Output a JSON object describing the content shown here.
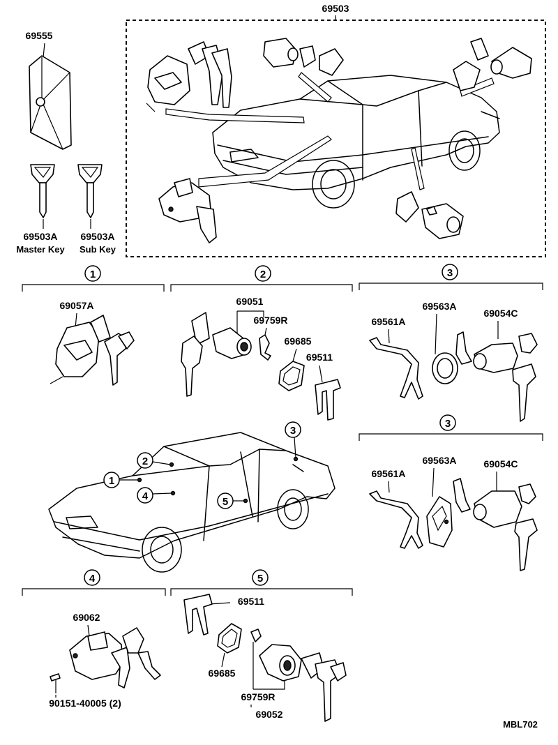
{
  "parts": {
    "kit": "69503",
    "key_plate": "69555",
    "master_key_no": "69503A",
    "master_key_label": "Master Key",
    "sub_key_no": "69503A",
    "sub_key_label": "Sub Key",
    "ignition": "69057A",
    "door_cyl": "69051",
    "door_lever": "69759R",
    "door_pad": "69685",
    "door_clip": "69511",
    "lid_rod_1": "69561A",
    "lid_pad_1": "69563A",
    "lid_cyl_1": "69054C",
    "lid_rod_2": "69561A",
    "lid_pad_2": "69563A",
    "lid_cyl_2": "69054C",
    "glovebox": "69062",
    "screw": "90151-40005 (2)",
    "rd_clip": "69511",
    "rd_pad": "69685",
    "rd_lever": "69759R",
    "rd_cyl": "69052"
  },
  "sections": {
    "s1": "1",
    "s2": "2",
    "s3a": "3",
    "s3b": "3",
    "s4": "4",
    "s5": "5"
  },
  "car_callouts": {
    "c1": "1",
    "c2": "2",
    "c3": "3",
    "c4": "4",
    "c5": "5"
  },
  "drawing_code": "MBL702"
}
